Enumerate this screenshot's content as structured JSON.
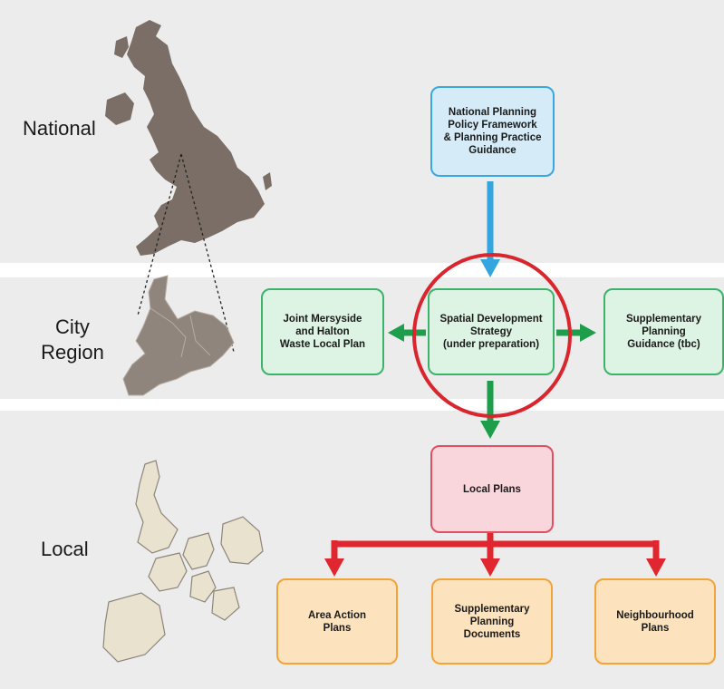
{
  "title_fragment": "y          g",
  "tiers": {
    "national": "National",
    "city_region": "City\nRegion",
    "local": "Local"
  },
  "boxes": {
    "nppf": "National Planning\nPolicy Framework\n& Planning Practice\nGuidance",
    "waste_plan": "Joint Mersyside\nand Halton\nWaste Local Plan",
    "sds": "Spatial Development\nStrategy\n(under preparation)",
    "spg": "Supplementary\nPlanning\nGuidance (tbc)",
    "local_plans": "Local Plans",
    "area_action": "Area Action\nPlans",
    "spd": "Supplementary\nPlanning\nDocuments",
    "neighbourhood": "Neighbourhood\nPlans"
  },
  "colors": {
    "band": "#ececec",
    "arrow_blue": "#34a6df",
    "arrow_green": "#1e9e4a",
    "arrow_red": "#e0272f",
    "highlight_circle": "#d9262e",
    "map_uk": "#7a6e66",
    "map_city_region": "#8f857c",
    "map_local": "#e9e2cf"
  },
  "icons": [
    "uk-map-icon",
    "city-region-map-icon",
    "local-areas-map-icon"
  ]
}
